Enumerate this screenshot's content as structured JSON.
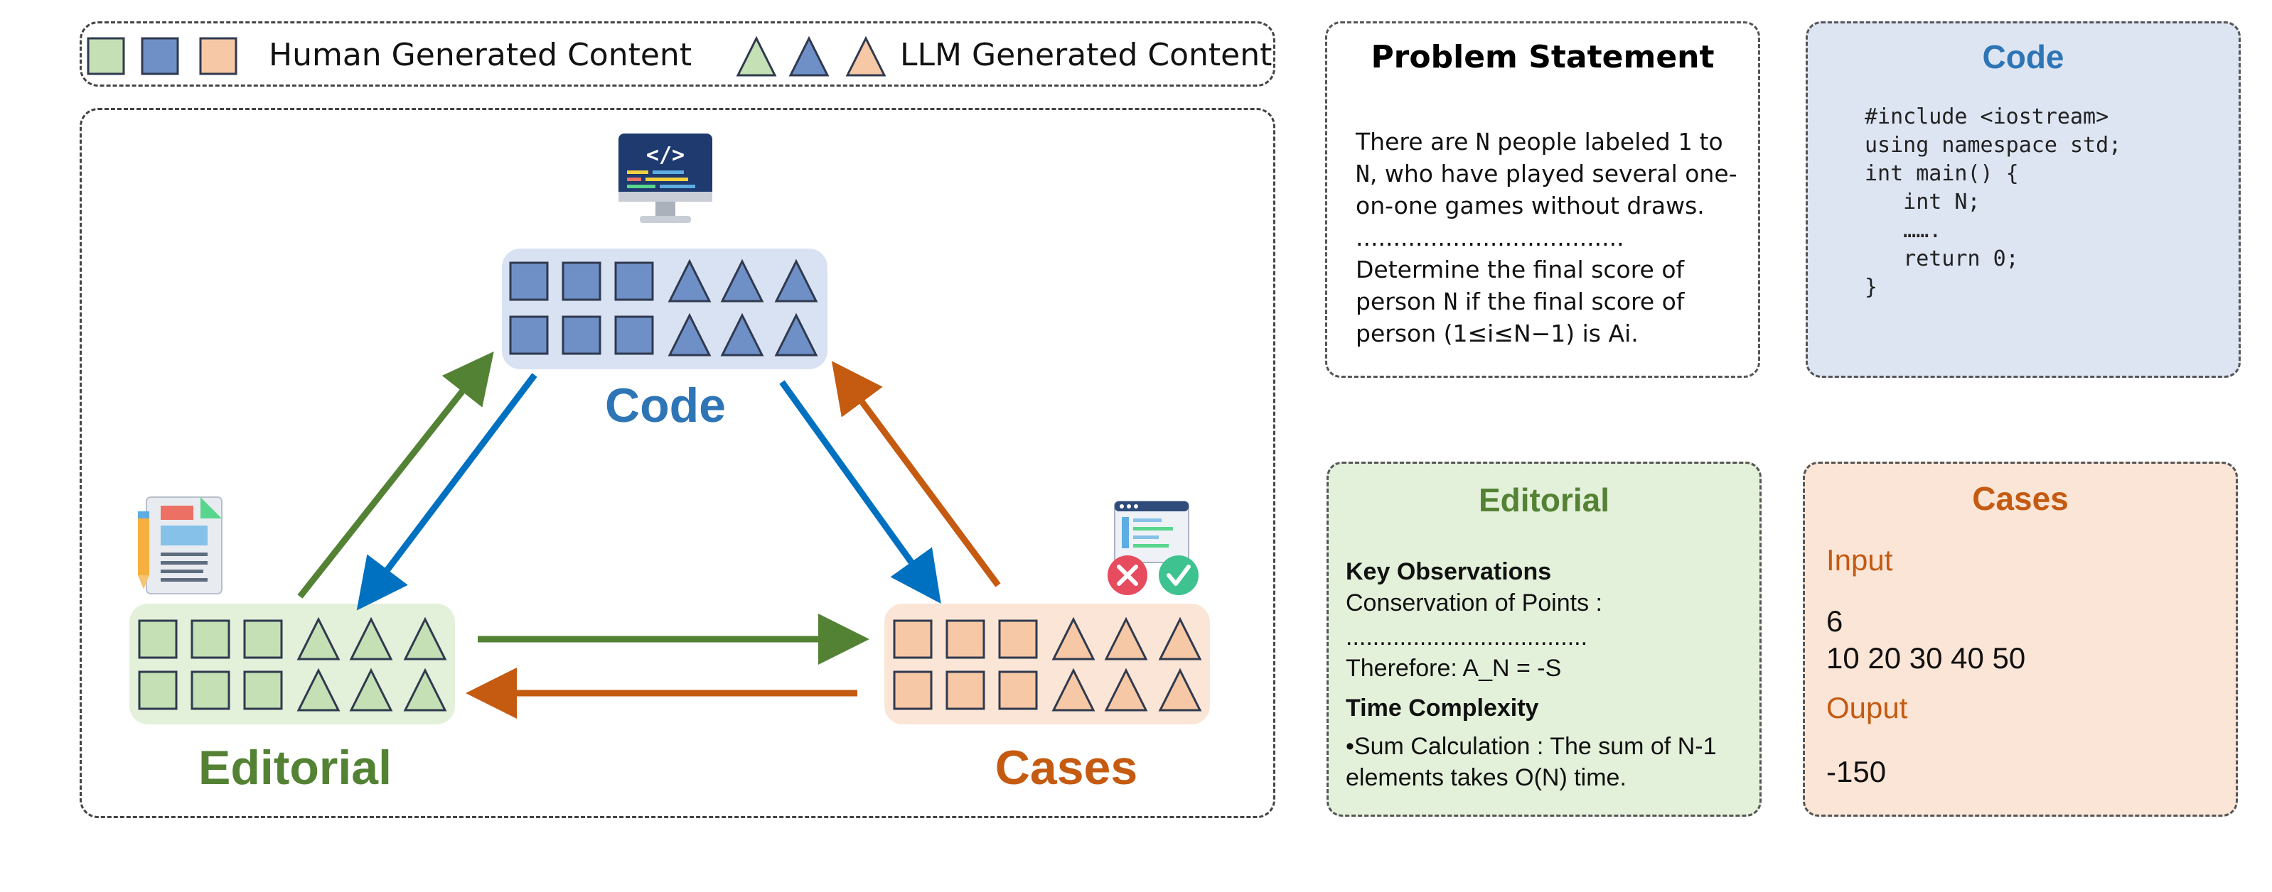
{
  "legend": {
    "human_label": "Human Generated Content",
    "llm_label": "LLM Generated Content"
  },
  "colors": {
    "editorial_fill": "#c5e0b4",
    "code_fill": "#6f8fc7",
    "cases_fill": "#f7c8a6",
    "editorial_bg": "#e3f0da",
    "code_bg": "#d9e2f3",
    "cases_bg": "#fbe5d6",
    "editorial_accent": "#548235",
    "code_accent": "#2e75b6",
    "cases_accent": "#c55a11",
    "arrow_blue": "#0070c0"
  },
  "diagram": {
    "code_label": "Code",
    "editorial_label": "Editorial",
    "cases_label": "Cases",
    "icons": [
      "computer-code-icon",
      "document-icon",
      "test-cases-icon"
    ]
  },
  "problem_card": {
    "title": "Problem Statement",
    "p1_a": "There are ",
    "p1_n1": "N",
    "p1_b": " people labeled ",
    "p1_one": "1",
    "p1_c": " to ",
    "p1_n2": "N",
    "p1_d": ", who have played several one-on-one games without draws.",
    "dots": "....................................",
    "p2_a": "Determine the final score of person ",
    "p2_n": "N",
    "p2_b": " if the final score of person (1≤i≤N−1) is Ai."
  },
  "code_card": {
    "title": "Code",
    "lines": [
      "#include <iostream>",
      "using namespace std;",
      "",
      "int main() {",
      "   int N;",
      "   …….",
      "   return 0;",
      "}"
    ]
  },
  "editorial_card": {
    "title": "Editorial",
    "heading1": "Key Observations",
    "line1": "Conservation of Points :",
    "dots": "....................................",
    "line2": "Therefore: A_N = -S",
    "heading2": "Time Complexity",
    "bullet": "•Sum Calculation : The sum of N-1 elements takes O(N) time."
  },
  "cases_card": {
    "title": "Cases",
    "input_label": "Input",
    "input_line1": "6",
    "input_line2": "10 20 30 40 50",
    "output_label": "Ouput",
    "output_value": "-150"
  }
}
